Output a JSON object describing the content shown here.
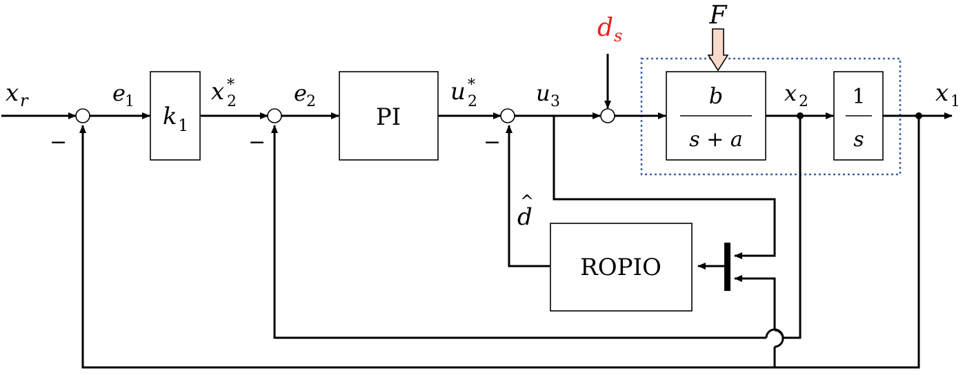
{
  "colors": {
    "line": "#000000",
    "disturbance_label": "#e8201c",
    "plant_boundary": "#3b5fa8",
    "force_arrow_fill": "#f9d9cc"
  },
  "signals": {
    "input": "x",
    "input_sub": "r",
    "e1": "e",
    "e1_sub": "1",
    "x2_star": "x",
    "x2_star_sub": "2",
    "x2_star_sup": "*",
    "e2": "e",
    "e2_sub": "2",
    "u2_star": "u",
    "u2_star_sub": "2",
    "u2_star_sup": "*",
    "u3": "u",
    "u3_sub": "3",
    "ds": "d",
    "ds_sub": "s",
    "force": "F",
    "x2": "x",
    "x2_sub": "2",
    "output": "x",
    "output_sub": "1",
    "d_hat": "d",
    "d_hat_accent": "^"
  },
  "blocks": {
    "gain_symbol": "k",
    "gain_sub": "1",
    "controller": "PI",
    "plant_num": "b",
    "plant_den": "s + a",
    "integrator_num": "1",
    "integrator_den": "s",
    "observer": "ROPIO"
  },
  "signs": {
    "sum1_minus": "−",
    "sum2_minus": "−",
    "sum3_minus": "−"
  }
}
